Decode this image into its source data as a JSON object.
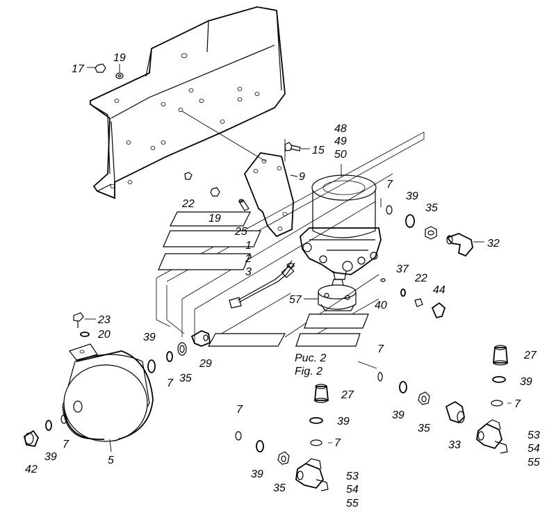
{
  "figure": {
    "caption_ru": "Рис. 2",
    "caption_en": "Fig. 2"
  },
  "callouts": {
    "c17": "17",
    "c19a": "19",
    "c19b": "19",
    "c15": "15",
    "c9": "9",
    "c48": "48",
    "c49": "49",
    "c50": "50",
    "c7a": "7",
    "c22a": "22",
    "c25": "25",
    "c1": "1",
    "c2": "2",
    "c3": "3",
    "c39a": "39",
    "c35a": "35",
    "c32": "32",
    "c37": "37",
    "c22b": "22",
    "c44": "44",
    "c57": "57",
    "c40": "40",
    "c23": "23",
    "c20": "20",
    "c39b": "39",
    "c7b": "7",
    "c35b": "35",
    "c29": "29",
    "c7c": "7",
    "c27a": "27",
    "c39c": "39",
    "c7d": "7",
    "c27b": "27",
    "c39d": "39",
    "c7e": "7",
    "c39e": "39",
    "c35c": "35",
    "c33": "33",
    "c53a": "53",
    "c54a": "54",
    "c55a": "55",
    "c7f": "7",
    "c39f": "39",
    "c35d": "35",
    "c53b": "53",
    "c54b": "54",
    "c55b": "55",
    "c42": "42",
    "c39g": "39",
    "c7g": "7",
    "c5": "5"
  }
}
